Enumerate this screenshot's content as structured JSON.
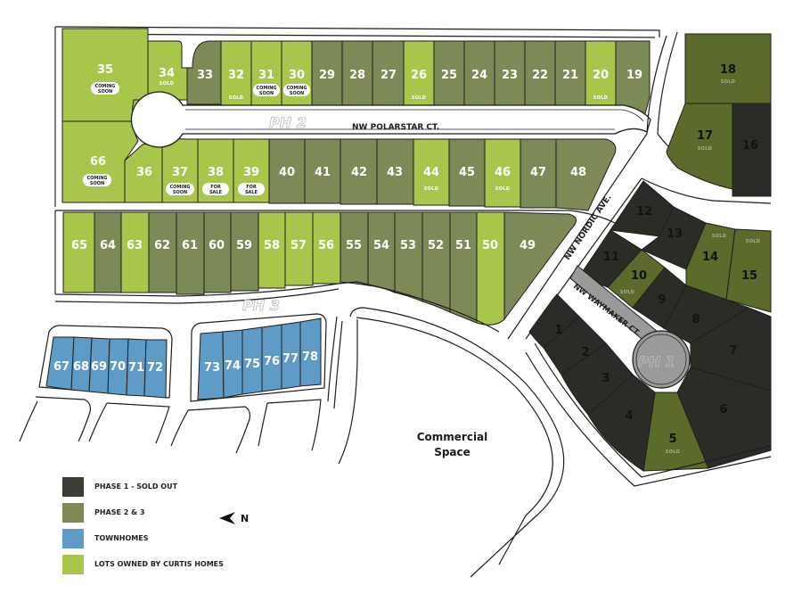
{
  "colors": {
    "phase1": "#2b2c26",
    "phase23": "#7c8a58",
    "phase1_sold": "#5a6b2c",
    "townhomes": "#5f9bc7",
    "curtis": "#a8c64b",
    "road_fill": "#ffffff",
    "cul_de_sac_ph1": "#9a9a9a"
  },
  "streets": {
    "polarstar": "NW POLARSTAR CT.",
    "nordic": "NW NORDIC AVE.",
    "waymaker": "NW WAYMAKER CT."
  },
  "phase_labels": {
    "ph1": "PH 1",
    "ph2": "PH 2",
    "ph3": "PH 3"
  },
  "commercial": {
    "line1": "Commercial",
    "line2": "Space"
  },
  "north": {
    "label": "N"
  },
  "legend": [
    {
      "label": "PHASE 1 - SOLD OUT",
      "color": "#3b3c35"
    },
    {
      "label": "PHASE 2 & 3",
      "color": "#7c8a58"
    },
    {
      "label": "TOWNHOMES",
      "color": "#5f9bc7"
    },
    {
      "label": "LOTS OWNED BY CURTIS HOMES",
      "color": "#a8c64b"
    }
  ],
  "lots": {
    "l35": {
      "num": "35",
      "status": "COMING SOON",
      "type": "curtis"
    },
    "l34": {
      "num": "34",
      "status": "SOLD",
      "type": "curtis"
    },
    "l33": {
      "num": "33",
      "status": "",
      "type": "phase23"
    },
    "l32": {
      "num": "32",
      "status": "SOLD",
      "type": "curtis"
    },
    "l31": {
      "num": "31",
      "status": "COMING SOON",
      "type": "curtis"
    },
    "l30": {
      "num": "30",
      "status": "COMING SOON",
      "type": "curtis"
    },
    "l29": {
      "num": "29",
      "status": "",
      "type": "phase23"
    },
    "l28": {
      "num": "28",
      "status": "",
      "type": "phase23"
    },
    "l27": {
      "num": "27",
      "status": "",
      "type": "phase23"
    },
    "l26": {
      "num": "26",
      "status": "SOLD",
      "type": "curtis"
    },
    "l25": {
      "num": "25",
      "status": "",
      "type": "phase23"
    },
    "l24": {
      "num": "24",
      "status": "",
      "type": "phase23"
    },
    "l23": {
      "num": "23",
      "status": "",
      "type": "phase23"
    },
    "l22": {
      "num": "22",
      "status": "",
      "type": "phase23"
    },
    "l21": {
      "num": "21",
      "status": "",
      "type": "phase23"
    },
    "l20": {
      "num": "20",
      "status": "SOLD",
      "type": "curtis"
    },
    "l19": {
      "num": "19",
      "status": "",
      "type": "phase23"
    },
    "l66": {
      "num": "66",
      "status": "COMING SOON",
      "type": "curtis"
    },
    "l36": {
      "num": "36",
      "status": "",
      "type": "curtis"
    },
    "l37": {
      "num": "37",
      "status": "COMING SOON",
      "type": "curtis"
    },
    "l38": {
      "num": "38",
      "status": "FOR SALE",
      "type": "curtis"
    },
    "l39": {
      "num": "39",
      "status": "FOR SALE",
      "type": "curtis"
    },
    "l40": {
      "num": "40",
      "status": "",
      "type": "phase23"
    },
    "l41": {
      "num": "41",
      "status": "",
      "type": "phase23"
    },
    "l42": {
      "num": "42",
      "status": "",
      "type": "phase23"
    },
    "l43": {
      "num": "43",
      "status": "",
      "type": "phase23"
    },
    "l44": {
      "num": "44",
      "status": "SOLD",
      "type": "curtis"
    },
    "l45": {
      "num": "45",
      "status": "",
      "type": "phase23"
    },
    "l46": {
      "num": "46",
      "status": "SOLD",
      "type": "curtis"
    },
    "l47": {
      "num": "47",
      "status": "",
      "type": "phase23"
    },
    "l48": {
      "num": "48",
      "status": "",
      "type": "phase23"
    },
    "l65": {
      "num": "65",
      "status": "",
      "type": "curtis"
    },
    "l64": {
      "num": "64",
      "status": "",
      "type": "phase23"
    },
    "l63": {
      "num": "63",
      "status": "",
      "type": "curtis"
    },
    "l62": {
      "num": "62",
      "status": "",
      "type": "phase23"
    },
    "l61": {
      "num": "61",
      "status": "",
      "type": "phase23"
    },
    "l60": {
      "num": "60",
      "status": "",
      "type": "phase23"
    },
    "l59": {
      "num": "59",
      "status": "",
      "type": "phase23"
    },
    "l58": {
      "num": "58",
      "status": "",
      "type": "curtis"
    },
    "l57": {
      "num": "57",
      "status": "",
      "type": "curtis"
    },
    "l56": {
      "num": "56",
      "status": "",
      "type": "curtis"
    },
    "l55": {
      "num": "55",
      "status": "",
      "type": "phase23"
    },
    "l54": {
      "num": "54",
      "status": "",
      "type": "phase23"
    },
    "l53": {
      "num": "53",
      "status": "",
      "type": "phase23"
    },
    "l52": {
      "num": "52",
      "status": "",
      "type": "phase23"
    },
    "l51": {
      "num": "51",
      "status": "",
      "type": "phase23"
    },
    "l50": {
      "num": "50",
      "status": "",
      "type": "curtis"
    },
    "l49": {
      "num": "49",
      "status": "",
      "type": "phase23"
    },
    "l18": {
      "num": "18",
      "status": "SOLD",
      "type": "phase1_sold"
    },
    "l17": {
      "num": "17",
      "status": "SOLD",
      "type": "phase1_sold"
    },
    "l16": {
      "num": "16",
      "status": "",
      "type": "phase1"
    },
    "l12": {
      "num": "12",
      "status": "",
      "type": "phase1"
    },
    "l13": {
      "num": "13",
      "status": "",
      "type": "phase1"
    },
    "l14": {
      "num": "14",
      "status": "SOLD",
      "type": "phase1_sold"
    },
    "l15": {
      "num": "15",
      "status": "SOLD",
      "type": "phase1_sold"
    },
    "l11": {
      "num": "11",
      "status": "",
      "type": "phase1"
    },
    "l10": {
      "num": "10",
      "status": "SOLD",
      "type": "phase1_sold"
    },
    "l9": {
      "num": "9",
      "status": "",
      "type": "phase1"
    },
    "l8": {
      "num": "8",
      "status": "",
      "type": "phase1"
    },
    "l7": {
      "num": "7",
      "status": "",
      "type": "phase1"
    },
    "l6": {
      "num": "6",
      "status": "",
      "type": "phase1"
    },
    "l5": {
      "num": "5",
      "status": "SOLD",
      "type": "phase1_sold"
    },
    "l4": {
      "num": "4",
      "status": "",
      "type": "phase1"
    },
    "l3": {
      "num": "3",
      "status": "",
      "type": "phase1"
    },
    "l2": {
      "num": "2",
      "status": "",
      "type": "phase1"
    },
    "l1": {
      "num": "1",
      "status": "",
      "type": "phase1"
    },
    "l67": {
      "num": "67",
      "status": "",
      "type": "townhomes"
    },
    "l68": {
      "num": "68",
      "status": "",
      "type": "townhomes"
    },
    "l69": {
      "num": "69",
      "status": "",
      "type": "townhomes"
    },
    "l70": {
      "num": "70",
      "status": "",
      "type": "townhomes"
    },
    "l71": {
      "num": "71",
      "status": "",
      "type": "townhomes"
    },
    "l72": {
      "num": "72",
      "status": "",
      "type": "townhomes"
    },
    "l73": {
      "num": "73",
      "status": "",
      "type": "townhomes"
    },
    "l74": {
      "num": "74",
      "status": "",
      "type": "townhomes"
    },
    "l75": {
      "num": "75",
      "status": "",
      "type": "townhomes"
    },
    "l76": {
      "num": "76",
      "status": "",
      "type": "townhomes"
    },
    "l77": {
      "num": "77",
      "status": "",
      "type": "townhomes"
    },
    "l78": {
      "num": "78",
      "status": "",
      "type": "townhomes"
    }
  },
  "pills": {
    "coming1": "COMING",
    "coming2": "SOON",
    "forsale1": "FOR",
    "forsale2": "SALE",
    "sold": "SOLD"
  }
}
